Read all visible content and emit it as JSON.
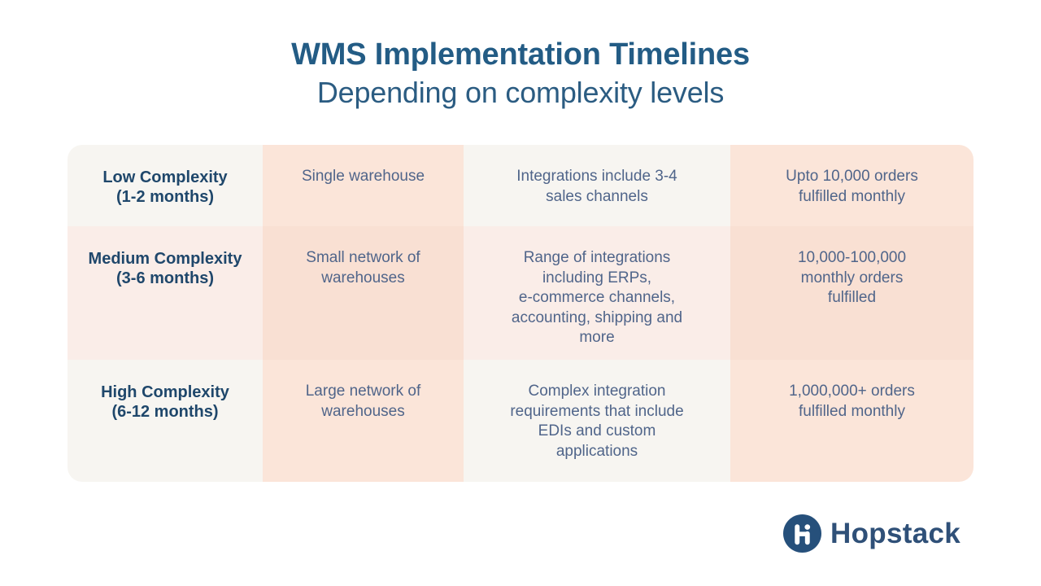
{
  "header": {
    "title": "WMS Implementation Timelines",
    "subtitle": "Depending on complexity levels"
  },
  "chart_data": {
    "type": "table",
    "title": "WMS Implementation Timelines",
    "subtitle": "Depending on complexity levels",
    "rows": [
      {
        "complexity": "Low Complexity",
        "duration": "(1-2 months)",
        "warehouses": "Single warehouse",
        "integrations": "Integrations include 3-4 sales channels",
        "orders": "Upto 10,000 orders fulfilled monthly"
      },
      {
        "complexity": "Medium Complexity",
        "duration": "(3-6 months)",
        "warehouses": "Small network of warehouses",
        "integrations": "Range of integrations including ERPs, e-commerce channels, accounting, shipping and more",
        "orders": "10,000-100,000 monthly orders fulfilled"
      },
      {
        "complexity": "High Complexity",
        "duration": "(6-12 months)",
        "warehouses": "Large network of warehouses",
        "integrations": "Complex integration requirements that include EDIs and custom applications",
        "orders": "1,000,000+ orders fulfilled monthly"
      }
    ]
  },
  "table": {
    "rows": [
      {
        "header": "Low Complexity\n(1-2 months)",
        "warehouses": "Single warehouse",
        "integrations": "Integrations include 3-4\nsales channels",
        "orders": "Upto 10,000 orders\nfulfilled monthly"
      },
      {
        "header": "Medium Complexity\n(3-6 months)",
        "warehouses": "Small network of\nwarehouses",
        "integrations": "Range of integrations\nincluding ERPs,\ne-commerce channels,\naccounting, shipping and\nmore",
        "orders": "10,000-100,000\nmonthly orders\nfulfilled"
      },
      {
        "header": "High Complexity\n(6-12 months)",
        "warehouses": "Large network of\nwarehouses",
        "integrations": "Complex integration\nrequirements that include\nEDIs and custom\napplications",
        "orders": "1,000,000+ orders\nfulfilled monthly"
      }
    ]
  },
  "footer": {
    "brand": "Hopstack",
    "logo_icon": "hopstack-hi-monogram"
  },
  "colors": {
    "title_blue": "#235C85",
    "subtitle_blue": "#2B5C82",
    "header_cell_text": "#1F476B",
    "body_cell_text": "#50658A",
    "logo_navy": "#26507B",
    "wordmark_navy": "#2F5078",
    "cell_light": "#F7F5F1",
    "cell_light_alt": "#FAEDE8",
    "cell_peach": "#FBE5D9",
    "cell_peach_alt": "#F9E0D3"
  }
}
